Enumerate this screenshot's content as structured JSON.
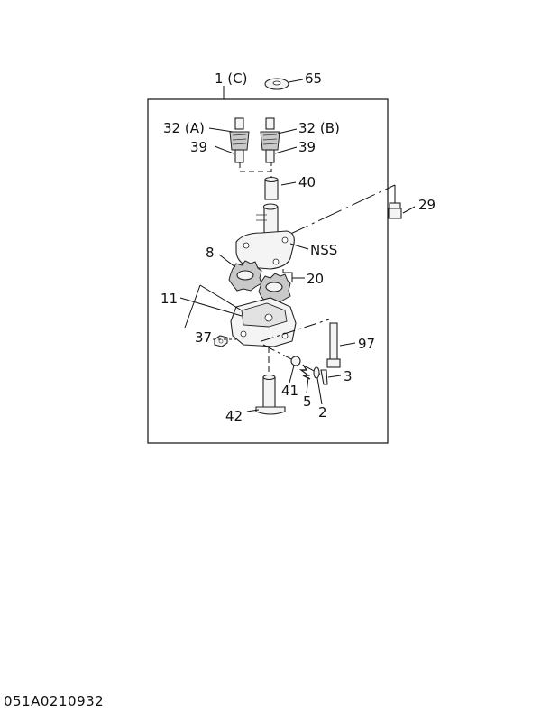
{
  "labels": {
    "assembly": "1 (C)",
    "washer": "65",
    "gear_a": "32 (A)",
    "gear_b": "32 (B)",
    "pin_a": "39",
    "pin_b": "39",
    "shaft": "40",
    "bolt_top": "29",
    "nss": "NSS",
    "gear_left": "8",
    "gear_right": "20",
    "body": "11",
    "nut": "37",
    "bolt_long": "97",
    "ball": "41",
    "spring": "5",
    "pin_split": "2",
    "clip": "3",
    "strainer": "42"
  },
  "footer": {
    "code": "051A0210932"
  }
}
